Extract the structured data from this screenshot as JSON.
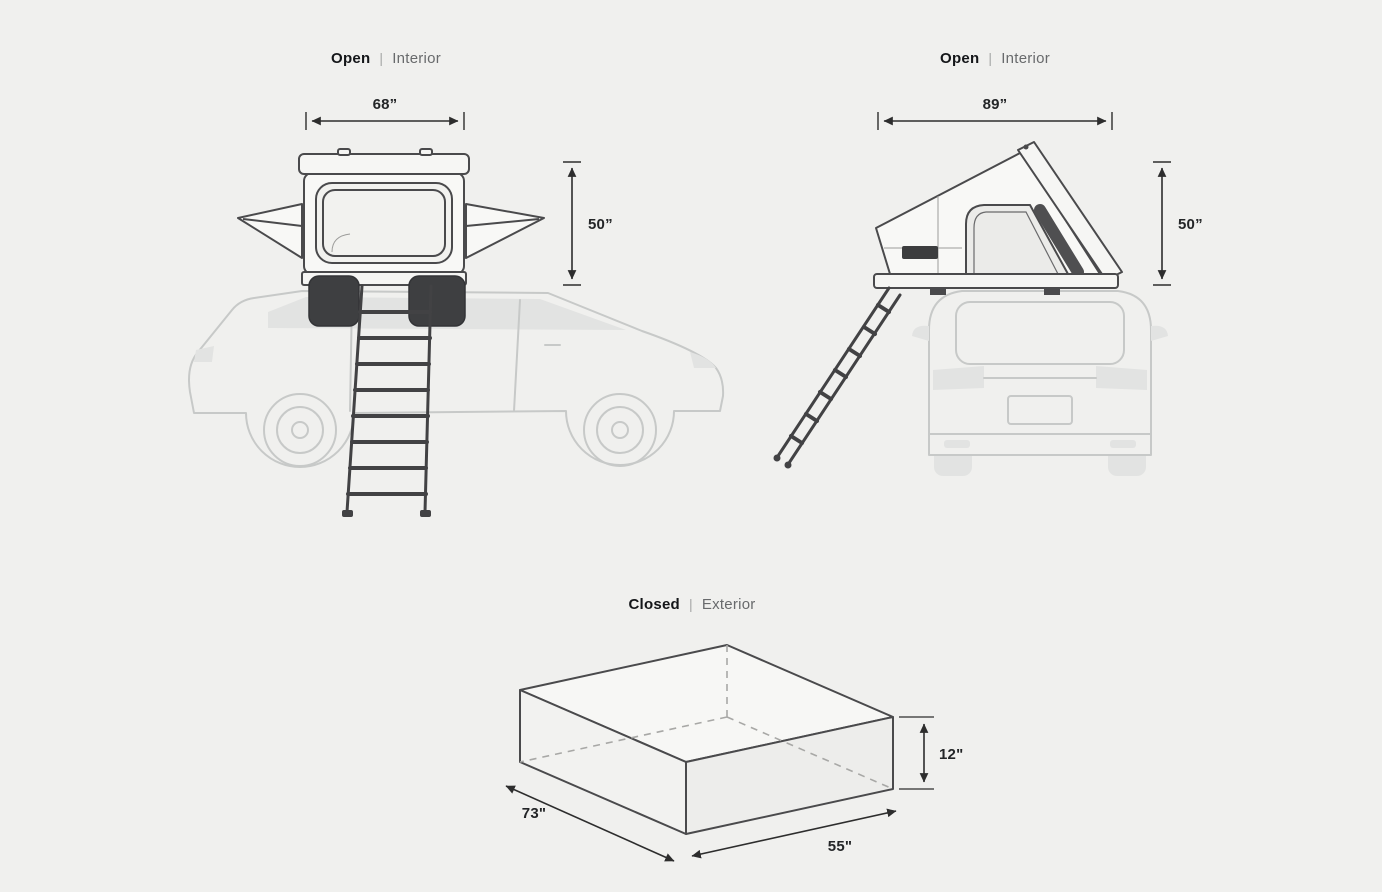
{
  "page": {
    "background": "#f0f0ee",
    "dimension_color": "#2d2d2d",
    "tent_line_color": "#4a4a4c",
    "vehicle_line_color": "#c7c9c8",
    "bag_fill_color": "#3e3f41"
  },
  "diagrams": {
    "open_side": {
      "state": "Open",
      "separator": "|",
      "view": "Interior",
      "dim_width": "68”",
      "dim_height": "50”"
    },
    "open_rear": {
      "state": "Open",
      "separator": "|",
      "view": "Interior",
      "dim_width": "89”",
      "dim_height": "50”"
    },
    "closed": {
      "state": "Closed",
      "separator": "|",
      "view": "Exterior",
      "dim_height": "12\"",
      "dim_depth": "73\"",
      "dim_width": "55\""
    }
  }
}
